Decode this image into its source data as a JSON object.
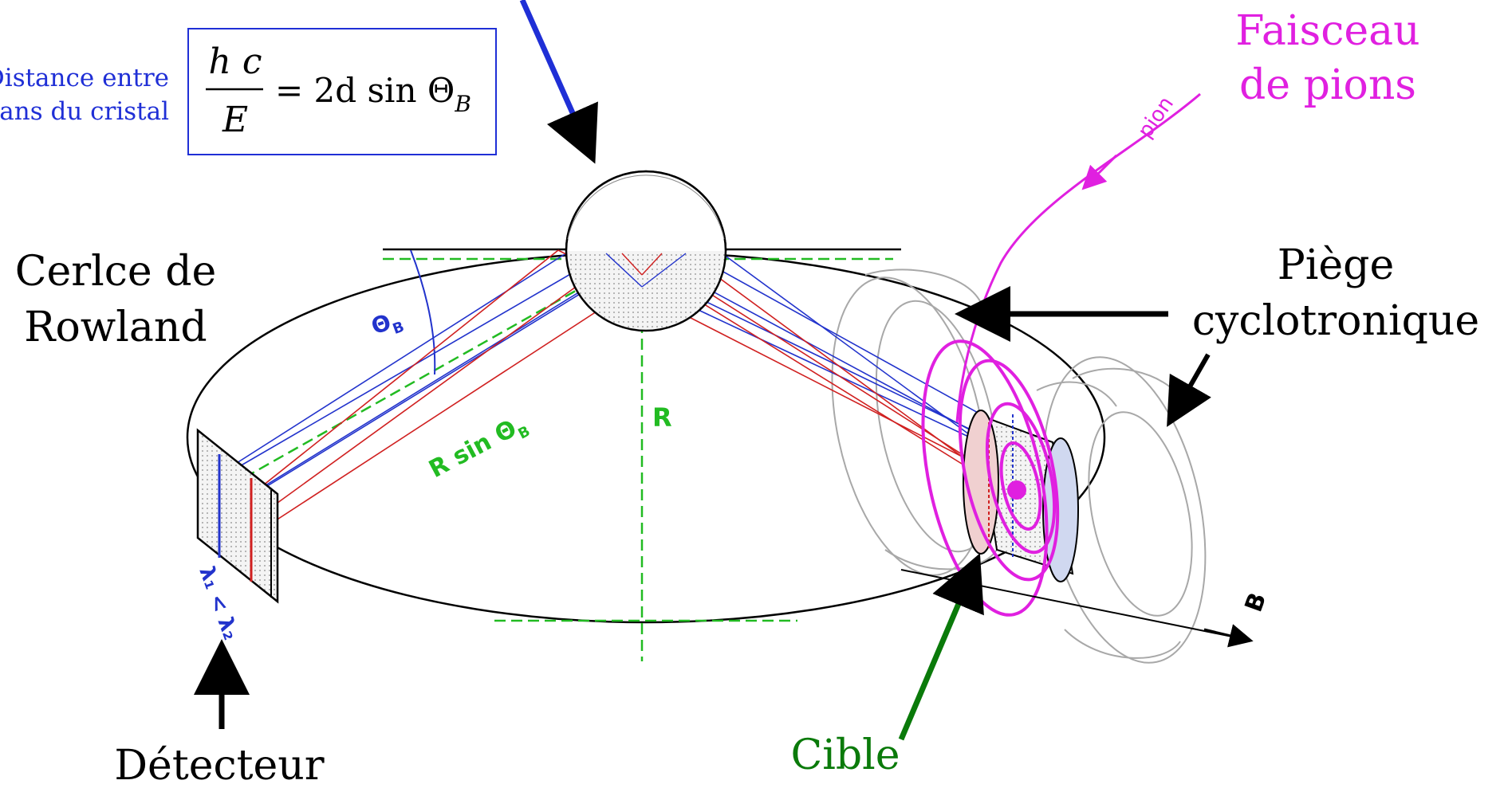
{
  "labels": {
    "cristal_note_line1": "Distance entre",
    "cristal_note_line2": "plans du cristal",
    "rowland_line1": "Cerlce de",
    "rowland_line2": "Rowland",
    "faisceau_line1": "Faisceau",
    "faisceau_line2": "de pions",
    "piege_line1": "Piège",
    "piege_line2": "cyclotronique",
    "detecteur": "Détecteur",
    "cible": "Cible"
  },
  "formula": {
    "numerator": "h c",
    "denominator": "E",
    "rhs_prefix": "= 2d sin Θ",
    "rhs_subscript": "B"
  },
  "diagram_marks": {
    "theta_b": "Θ",
    "theta_b_sub": "B",
    "r_label": "R",
    "r_sin_label": "R sin Θ",
    "r_sin_sub": "B",
    "pion_label": "pion",
    "lambda_label": "λ₁ < λ₂",
    "b_field_label": "B"
  },
  "colors": {
    "blue_ray": "#2233cc",
    "red_ray": "#d02020",
    "green_construct": "#22bb22",
    "magenta_beam": "#e020e0",
    "cible_green": "#0a7a0a",
    "formula_blue": "#1f2fd6"
  }
}
